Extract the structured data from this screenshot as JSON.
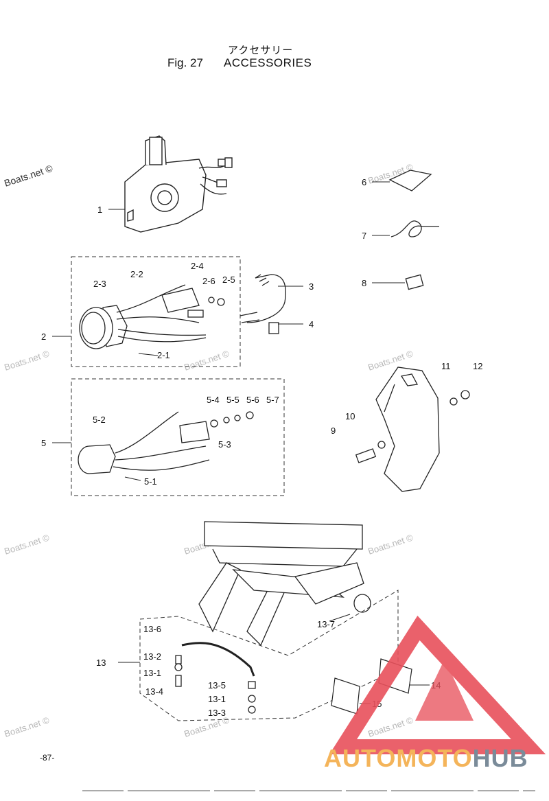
{
  "title": {
    "japanese": "アクセサリー",
    "figure": "Fig. 27",
    "name": "ACCESSORIES"
  },
  "page_number": "-87-",
  "watermark": "Boats.net ©",
  "logo": {
    "part1": "AUTOMOTO",
    "part2": "HUB",
    "colors": {
      "triangle": "#e8505b",
      "part1": "#f4b45a",
      "part2": "#7a8b99"
    }
  },
  "callouts": {
    "c1": "1",
    "c2": "2",
    "c2_1": "2-1",
    "c2_2": "2-2",
    "c2_3": "2-3",
    "c2_4": "2-4",
    "c2_5": "2-5",
    "c2_6": "2-6",
    "c3": "3",
    "c4": "4",
    "c5": "5",
    "c5_1": "5-1",
    "c5_2": "5-2",
    "c5_3": "5-3",
    "c5_4": "5-4",
    "c5_5": "5-5",
    "c5_6": "5-6",
    "c5_7": "5-7",
    "c6": "6",
    "c7": "7",
    "c8": "8",
    "c9": "9",
    "c10": "10",
    "c11": "11",
    "c12": "12",
    "c13": "13",
    "c13_1a": "13-1",
    "c13_1b": "13-1",
    "c13_2": "13-2",
    "c13_3": "13-3",
    "c13_4": "13-4",
    "c13_5": "13-5",
    "c13_6": "13-6",
    "c13_7": "13-7",
    "c14": "14",
    "c15": "15"
  }
}
